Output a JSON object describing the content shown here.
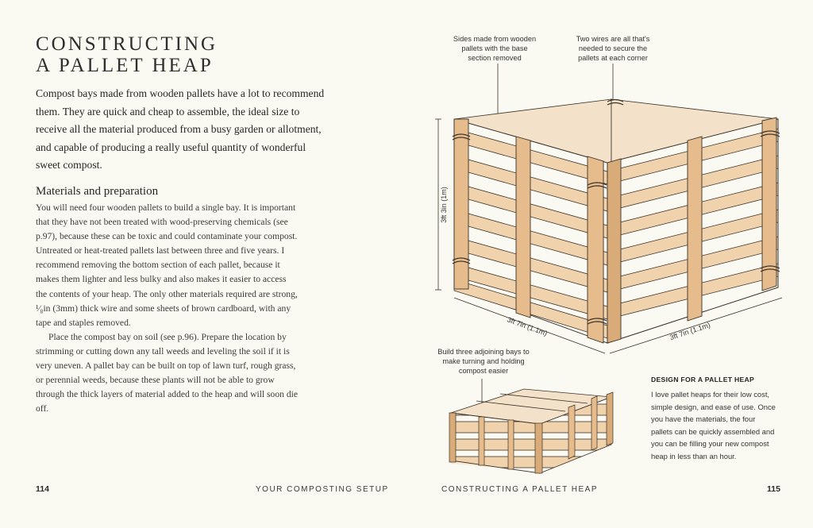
{
  "left_page": {
    "title_line1": "CONSTRUCTING",
    "title_line2": "A PALLET HEAP",
    "intro": "Compost bays made from wooden pallets have a lot to recommend them. They are quick and cheap to assemble, the ideal size to receive all the material produced from a busy garden or allotment, and capable of producing a really useful quantity of wonderful sweet compost.",
    "section_heading": "Materials and preparation",
    "paragraph1": "You will need four wooden pallets to build a single bay. It is important that they have not been treated with wood-preserving chemicals (see p.97), because these can be toxic and could contaminate your compost. Untreated or heat-treated pallets last between three and five years. I recommend removing the bottom section of each pallet, because it makes them lighter and less bulky and also makes it easier to access the contents of your heap. The only other materials required are strong, ¹⁄₈in (3mm) thick wire and some sheets of brown cardboard, with any tape and staples removed.",
    "paragraph2": "Place the compost bay on soil (see p.96). Prepare the location by strimming or cutting down any tall weeds and leveling the soil if it is very uneven. A pallet bay can be built on top of lawn turf, rough grass, or perennial weeds, because these plants will not be able to grow through the thick layers of material added to the heap and will soon die off.",
    "page_number": "114",
    "running_footer": "YOUR COMPOSTING SETUP"
  },
  "right_page": {
    "callout_sides": "Sides made from wooden pallets with the base section removed",
    "callout_wires": "Two wires are all that's needed to secure the pallets at each corner",
    "dim_height": "3ft 3in (1m)",
    "dim_width_left": "3ft 7in (1.1m)",
    "dim_width_right": "3ft 7in (1.1m)",
    "callout_bays": "Build three adjoining bays to make turning and holding compost easier",
    "design_heading": "DESIGN FOR A PALLET HEAP",
    "design_text": "I love pallet heaps for their low cost, simple design, and ease of use. Once you have the materials, the four pallets can be quickly assembled and you can be filling your new compost heap in less than an hour.",
    "page_number": "115",
    "running_footer": "CONSTRUCTING A PALLET HEAP"
  },
  "colors": {
    "page": "#fbfaf2",
    "wood_light": "#f0d3ad",
    "wood_dark": "#d9ab78",
    "shadow": "#f5dfc2",
    "ink": "#3a3128"
  }
}
